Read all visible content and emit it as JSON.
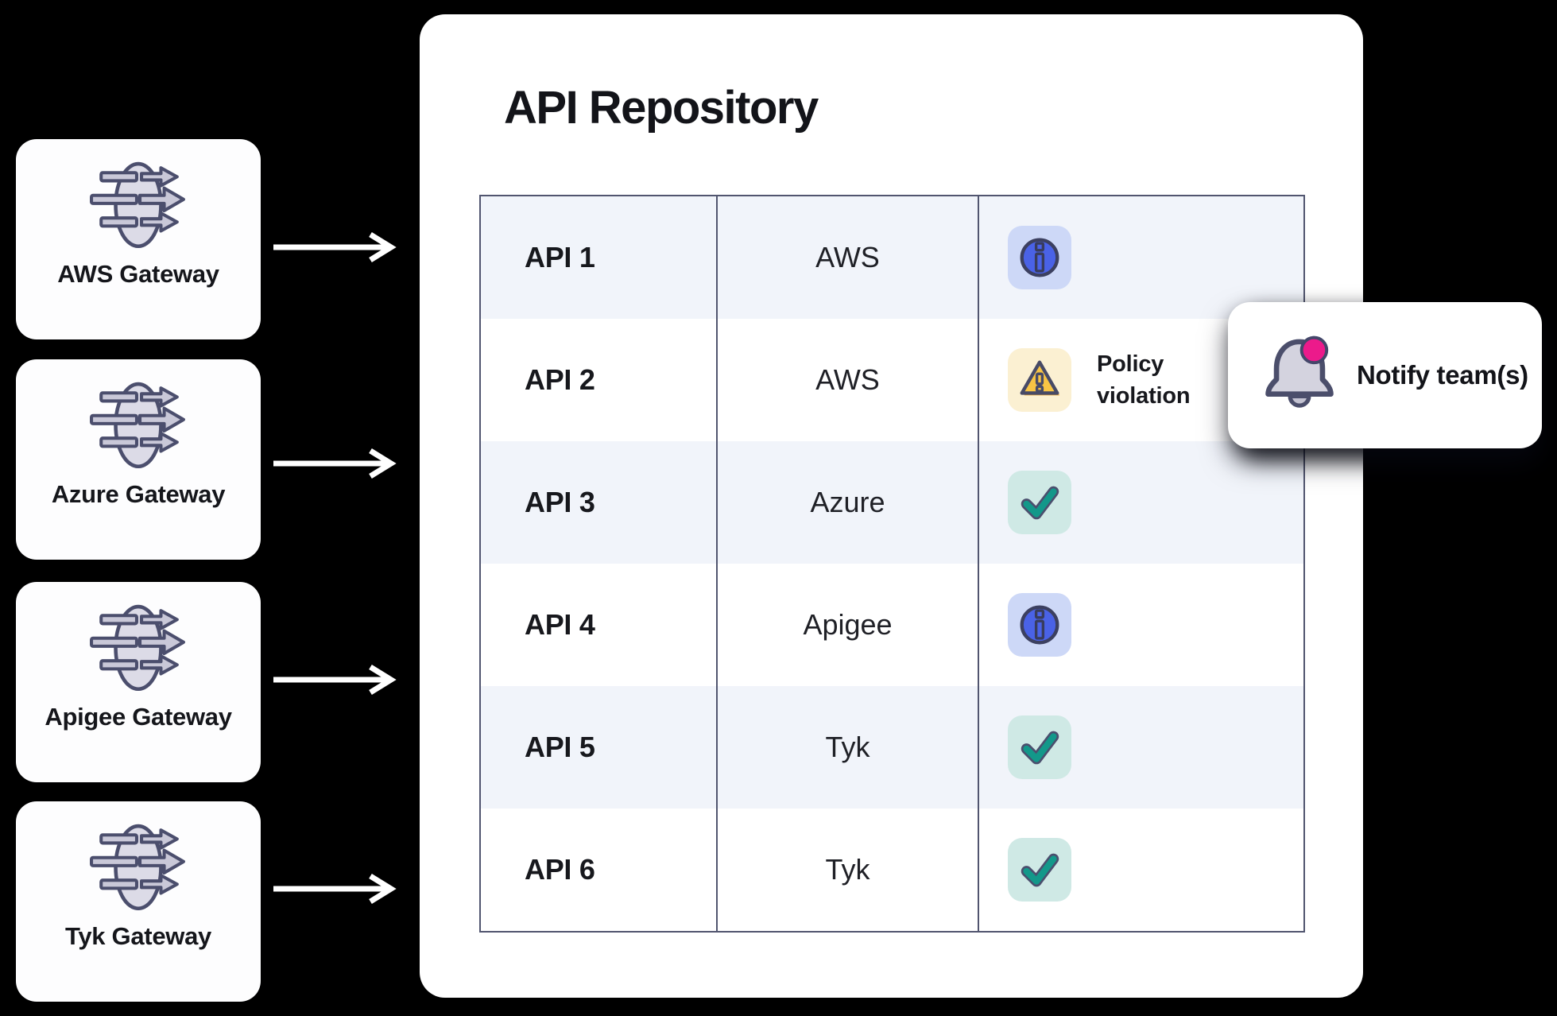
{
  "gateways": [
    {
      "label": "AWS Gateway",
      "icon": "gateway-arrows-icon"
    },
    {
      "label": "Azure Gateway",
      "icon": "gateway-arrows-icon"
    },
    {
      "label": "Apigee Gateway",
      "icon": "gateway-arrows-icon"
    },
    {
      "label": "Tyk Gateway",
      "icon": "gateway-arrows-icon"
    }
  ],
  "repository": {
    "title": "API Repository",
    "rows": [
      {
        "api": "API 1",
        "provider": "AWS",
        "status": "info",
        "icon": "info-icon",
        "status_label": ""
      },
      {
        "api": "API 2",
        "provider": "AWS",
        "status": "warning",
        "icon": "warning-icon",
        "status_label": "Policy violation"
      },
      {
        "api": "API 3",
        "provider": "Azure",
        "status": "ok",
        "icon": "check-icon",
        "status_label": ""
      },
      {
        "api": "API 4",
        "provider": "Apigee",
        "status": "info",
        "icon": "info-icon",
        "status_label": ""
      },
      {
        "api": "API 5",
        "provider": "Tyk",
        "status": "ok",
        "icon": "check-icon",
        "status_label": ""
      },
      {
        "api": "API 6",
        "provider": "Tyk",
        "status": "ok",
        "icon": "check-icon",
        "status_label": ""
      }
    ]
  },
  "notify": {
    "label": "Notify team(s)",
    "icon": "bell-icon"
  },
  "colors": {
    "background": "#000000",
    "card_bg": "#fdfdfe",
    "panel_bg": "#ffffff",
    "table_border": "#51556f",
    "row_alt_bg": "#f1f4fa",
    "accent_blue": "#4a62e6",
    "accent_teal": "#13988a",
    "accent_amber": "#f8c444",
    "accent_pink": "#ec1a8b",
    "chip_info_bg": "#cdd8f7",
    "chip_warning_bg": "#fbf0d2",
    "chip_ok_bg": "#cfe9e5",
    "icon_outline": "#4b4e6d",
    "icon_fill_lavender": "#d7d6e3",
    "arrow_color": "#ffffff"
  }
}
